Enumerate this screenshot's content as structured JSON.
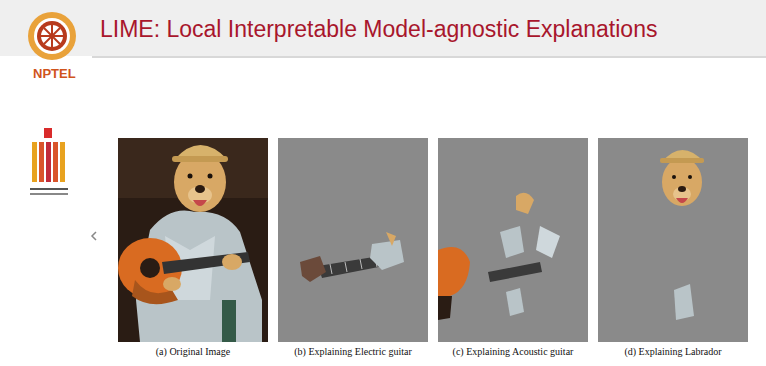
{
  "diagram": {
    "title": "LIME: Local Interpretable Model-agnostic Explanations",
    "nodes": [
      {
        "text": [
          "(a) Original Image"
        ]
      },
      {
        "text": [
          "(b) Explaining Electric guitar"
        ]
      },
      {
        "text": [
          "(c) Explaining Acoustic guitar"
        ]
      },
      {
        "text": [
          "(d) Explaining Labrador"
        ]
      }
    ],
    "labels": [
      "NPTEL"
    ]
  }
}
